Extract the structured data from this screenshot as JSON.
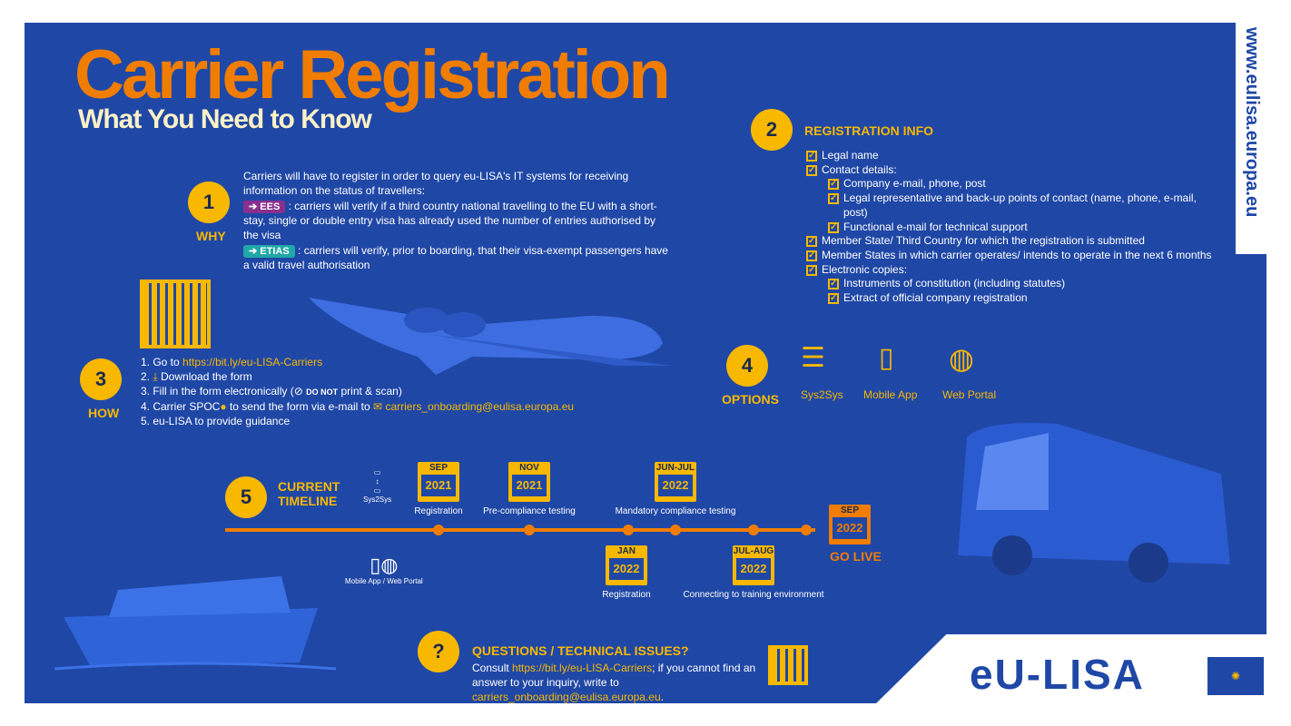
{
  "header": {
    "title": "Carrier Registration",
    "subtitle": "What You Need to Know"
  },
  "website": "www.eulisa.europa.eu",
  "why": {
    "number": "1",
    "label": "WHY",
    "intro": "Carriers will have to register in order to query eu-LISA's IT systems for receiving information on the status of travellers:",
    "items": [
      {
        "tag": "EES",
        "text": ": carriers will verify if a third country national travelling to the EU with a short-stay, single or double entry visa has already used the number of entries authorised by the visa",
        "color": "#8a2f8f"
      },
      {
        "tag": "ETIAS",
        "text": ": carriers will verify, prior to boarding, that their visa-exempt passengers have a valid travel authorisation",
        "color": "#20a7a7"
      }
    ]
  },
  "registration": {
    "number": "2",
    "label": "REGISTRATION INFO",
    "items": [
      {
        "text": "Legal name",
        "level": 0
      },
      {
        "text": "Contact details:",
        "level": 0
      },
      {
        "text": "Company e-mail, phone, post",
        "level": 1
      },
      {
        "text": "Legal representative and back-up points of contact (name, phone, e-mail, post)",
        "level": 1
      },
      {
        "text": "Functional e-mail for technical support",
        "level": 1
      },
      {
        "text": "Member State/ Third Country for which the registration is submitted",
        "level": 0
      },
      {
        "text": "Member States in which carrier operates/ intends to operate in the next 6 months",
        "level": 0
      },
      {
        "text": "Electronic copies:",
        "level": 0
      },
      {
        "text": "Instruments of constitution (including statutes)",
        "level": 1
      },
      {
        "text": "Extract of official company registration",
        "level": 1
      }
    ]
  },
  "how": {
    "number": "3",
    "label": "HOW",
    "steps": {
      "s1": "1. Go to",
      "link": "https://bit.ly/eu-LISA-Carriers",
      "s2": "2.",
      "s2b": "Download the form",
      "s3": "3. Fill in the form electronically (",
      "s3b": "DO NOT",
      "s3c": "print & scan)",
      "s4": "4. Carrier SPOC",
      "s4b": "to send the form via e-mail to",
      "email": "carriers_onboarding@eulisa.europa.eu",
      "s5": "5. eu-LISA to provide guidance"
    }
  },
  "options": {
    "number": "4",
    "label": "OPTIONS",
    "items": [
      "Sys2Sys",
      "Mobile App",
      "Web Portal"
    ]
  },
  "timeline": {
    "number": "5",
    "label1": "CURRENT",
    "label2": "TIMELINE",
    "sys_label": "Sys2Sys",
    "mobile_label": "Mobile App / Web Portal",
    "top": [
      {
        "month": "SEP",
        "year": "2021",
        "caption": "Registration"
      },
      {
        "month": "NOV",
        "year": "2021",
        "caption": "Pre-compliance testing"
      },
      {
        "month": "JUN-JUL",
        "year": "2022",
        "caption": "Mandatory compliance testing"
      }
    ],
    "bottom": [
      {
        "month": "JAN",
        "year": "2022",
        "caption": "Registration"
      },
      {
        "month": "JUL-AUG",
        "year": "2022",
        "caption": "Connecting to training environment"
      }
    ],
    "golive": {
      "month": "SEP",
      "year": "2022",
      "caption": "GO LIVE"
    }
  },
  "questions": {
    "mark": "?",
    "title": "QUESTIONS / TECHNICAL ISSUES?",
    "t1": "Consult",
    "link": "https://bit.ly/eu-LISA-Carriers",
    "t2": "; if you cannot find an answer to your inquiry, write to",
    "email": "carriers_onboarding@eulisa.europa.eu",
    "t3": "."
  },
  "logo": {
    "text": "eU-LISA"
  }
}
